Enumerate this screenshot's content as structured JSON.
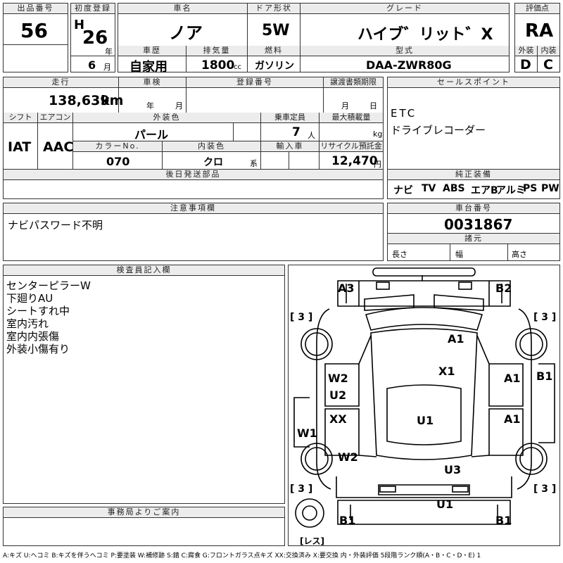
{
  "header": {
    "lot_no_label": "出品番号",
    "lot_no": "56",
    "first_reg_label": "初度登録",
    "era": "H",
    "year_num": "26",
    "year_unit": "年",
    "month_num": "6",
    "month_unit": "月",
    "car_name_label": "車名",
    "car_name": "ノア",
    "door_label": "ドア形状",
    "door": "5W",
    "grade_label": "グレード",
    "grade": "ハイブ゛リット゛X",
    "score_label": "評価点",
    "score": "RA",
    "history_label": "車歴",
    "history": "自家用",
    "displacement_label": "排気量",
    "displacement": "1800",
    "displacement_unit": "cc",
    "fuel_label": "燃料",
    "fuel": "ガソリン",
    "model_label": "型式",
    "model": "DAA-ZWR80G",
    "ext_label": "外装",
    "ext": "D",
    "int_label": "内装",
    "int": "C"
  },
  "spec": {
    "mileage_label": "走行",
    "mileage": "138,639",
    "mileage_unit": "km",
    "inspection_label": "車検",
    "insp_year_unit": "年",
    "insp_month_unit": "月",
    "reg_no_label": "登録番号",
    "transfer_deadline_label": "譲渡書類期限",
    "transfer_month_unit": "月",
    "transfer_day_unit": "日",
    "shift_label": "シフト",
    "shift": "IAT",
    "ac_label": "エアコン",
    "ac": "AAC",
    "color_label": "外装色",
    "color": "パール",
    "capacity_label": "乗車定員",
    "capacity": "7",
    "capacity_unit": "人",
    "load_label": "最大積載量",
    "load_unit": "kg",
    "color_no_label": "カラーNo.",
    "color_no": "070",
    "int_color_label": "内装色",
    "int_color": "クロ",
    "int_color_unit": "系",
    "import_label": "輸入車",
    "recycle_label": "リサイクル預託金",
    "recycle": "12,470",
    "recycle_unit": "円",
    "later_parts_label": "後日発送部品"
  },
  "sales": {
    "label": "セールスポイント",
    "lines": [
      "ETC",
      "ドライブレコーダー"
    ],
    "equip_label": "純正装備",
    "equip": [
      "ナビ",
      "TV",
      "ABS",
      "エアB",
      "アルミ",
      "PS",
      "PW"
    ]
  },
  "notes": {
    "label": "注意事項欄",
    "text": "ナビパスワード不明"
  },
  "chassis": {
    "label": "車台番号",
    "number": "0031867",
    "dims_label": "諸元",
    "length_label": "長さ",
    "width_label": "幅",
    "height_label": "高さ"
  },
  "inspector": {
    "label": "検査員記入欄",
    "lines": [
      "センターピラーW",
      "下廻りAU",
      "シートすれ中",
      "室内汚れ",
      "室内内張傷",
      "外装小傷有り"
    ]
  },
  "office": {
    "label": "事務局よりご案内"
  },
  "legend": "A:キズ U:ヘコミ B:キズを伴うヘコミ P:要塗装 W:補修跡 S:錆 C:腐食 G:フロントガラス点キズ XX:交換済み X:要交換 内・外装評価 5段階ランク順(A・B・C・D・E) 1",
  "diagram": {
    "tire_labels": [
      "[ 3 ]",
      "[ 3 ]",
      "[ 3 ]",
      "[ 3 ]"
    ],
    "spare_label": "[レス]",
    "marks": [
      "A3",
      "B2",
      "A1",
      "X1",
      "W2",
      "U2",
      "A1",
      "B1",
      "XX",
      "U1",
      "A1",
      "W1",
      "W2",
      "U3",
      "U1",
      "B1",
      "B1"
    ]
  }
}
